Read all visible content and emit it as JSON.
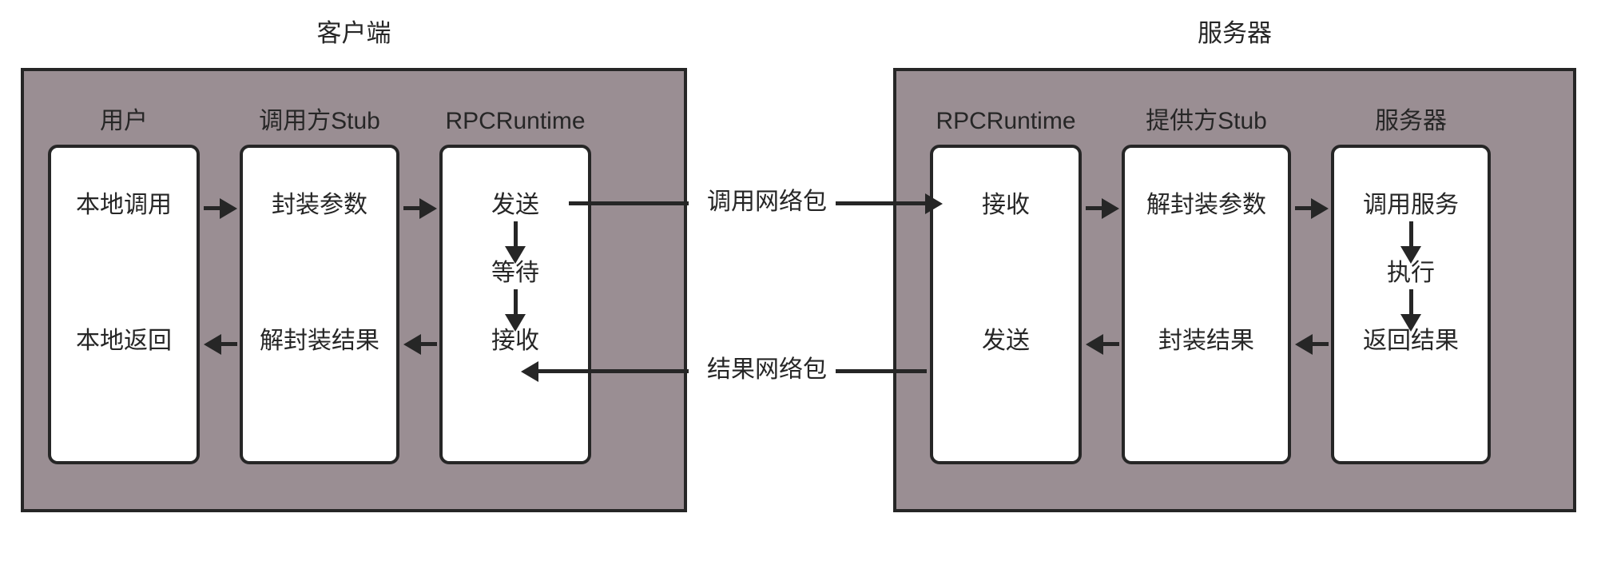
{
  "diagram": {
    "title_client": "客户端",
    "title_server": "服务器",
    "colors": {
      "panel_background": "#9a8e93",
      "stroke": "#262626",
      "card_background": "#ffffff",
      "page_background": "#ffffff"
    }
  },
  "client": {
    "panel_title": "客户端",
    "lanes": [
      {
        "label": "用户",
        "rows": {
          "top": "本地调用",
          "mid": "",
          "bottom": "本地返回"
        }
      },
      {
        "label": "调用方Stub",
        "rows": {
          "top": "封装参数",
          "mid": "",
          "bottom": "解封装结果"
        }
      },
      {
        "label": "RPCRuntime",
        "rows": {
          "top": "发送",
          "mid": "等待",
          "bottom": "接收"
        }
      }
    ]
  },
  "server": {
    "panel_title": "服务器",
    "lanes": [
      {
        "label": "RPCRuntime",
        "rows": {
          "top": "接收",
          "mid": "",
          "bottom": "发送"
        }
      },
      {
        "label": "提供方Stub",
        "rows": {
          "top": "解封装参数",
          "mid": "",
          "bottom": "封装结果"
        }
      },
      {
        "label": "服务器",
        "rows": {
          "top": "调用服务",
          "mid": "执行",
          "bottom": "返回结果"
        }
      }
    ]
  },
  "network": {
    "request_label": "调用网络包",
    "response_label": "结果网络包"
  },
  "arrows": {
    "client_user_to_stub": "本地调用 → 封装参数",
    "client_stub_to_runtime": "封装参数 → 发送",
    "client_runtime_send_to_wait": "发送 → 等待",
    "client_runtime_wait_to_recv": "等待 → 接收",
    "client_runtime_recv_to_stub": "接收 ← 解封装结果",
    "client_stub_to_user": "解封装结果 → 本地返回",
    "server_runtime_to_stub": "接收 → 解封装参数",
    "server_stub_to_service": "解封装参数 → 调用服务",
    "server_service_to_exec": "调用服务 → 执行",
    "server_exec_to_return": "执行 → 返回结果",
    "server_return_to_stub": "返回结果 → 封装结果",
    "server_stub_to_runtime": "封装结果 → 发送"
  }
}
